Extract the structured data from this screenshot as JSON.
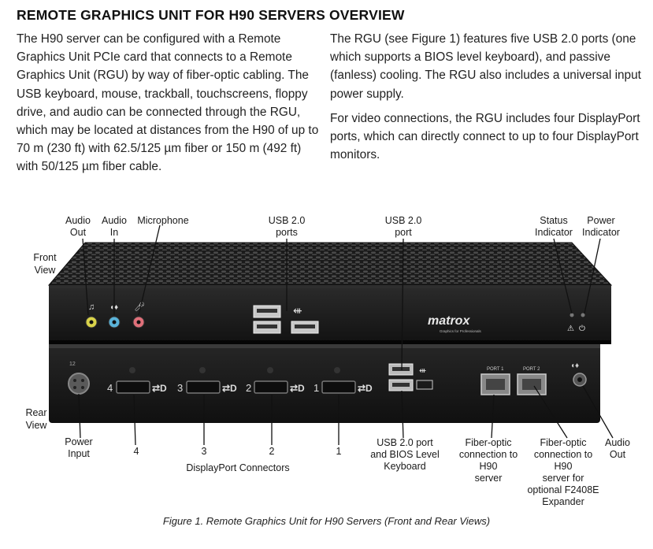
{
  "document": {
    "title": "REMOTE GRAPHICS UNIT FOR H90 SERVERS OVERVIEW",
    "left_column": "The H90 server can be configured with a Remote Graphics Unit PCIe card that connects to a Remote Graphics Unit (RGU) by way of fiber-optic cabling. The USB keyboard, mouse, trackball, touchscreens, floppy drive, and audio can be connected through the RGU, which may be located at distances from the H90 of up to 70 m (230 ft) with 62.5/125 µm fiber or 150 m (492 ft) with 50/125 µm fiber cable.",
    "right_column_p1": "The RGU (see Figure 1) features five USB 2.0 ports (one which supports a BIOS level keyboard), and passive (fanless) cooling. The RGU also includes a universal input power supply.",
    "right_column_p2": "For video connections, the RGU includes four DisplayPort ports, which can directly connect to up to four DisplayPort monitors."
  },
  "figure": {
    "front": {
      "audio_out": [
        "Audio",
        "Out"
      ],
      "audio_in": [
        "Audio",
        "In"
      ],
      "microphone": "Microphone",
      "usb_ports": [
        "USB 2.0",
        "ports"
      ],
      "usb_port": [
        "USB 2.0",
        "port"
      ],
      "status": [
        "Status",
        "Indicator"
      ],
      "power": [
        "Power",
        "Indicator"
      ],
      "view": [
        "Front",
        "View"
      ],
      "logo": "matrox",
      "logo_sub": "Graphics for Professionals"
    },
    "rear": {
      "view": [
        "Rear",
        "View"
      ],
      "power_input": [
        "Power",
        "Input"
      ],
      "dp_labels": [
        "4",
        "3",
        "2",
        "1"
      ],
      "dp_title": "DisplayPort Connectors",
      "usb_bios": [
        "USB 2.0 port",
        "and BIOS Level",
        "Keyboard"
      ],
      "fiber1": [
        "Fiber-optic",
        "connection to",
        "H90",
        "server"
      ],
      "fiber2": [
        "Fiber-optic",
        "connection to",
        "H90",
        "server for",
        "optional F2408E",
        "Expander"
      ],
      "audio_out": [
        "Audio",
        "Out"
      ],
      "port1": "PORT 1",
      "port2": "PORT 2",
      "twelve": "12",
      "device_dp_nums": [
        "4",
        "3",
        "2",
        "1"
      ]
    }
  },
  "caption": "Figure 1. Remote Graphics Unit for H90 Servers (Front and Rear Views)"
}
